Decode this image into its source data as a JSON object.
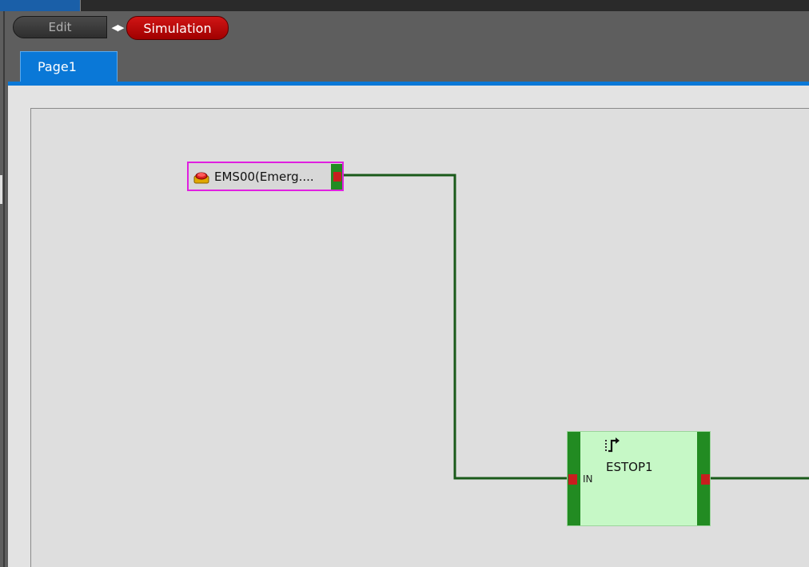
{
  "mode_toggle": {
    "edit_label": "Edit",
    "simulation_label": "Simulation",
    "active_mode": "Simulation",
    "active_color": "#c00000"
  },
  "tabs": [
    {
      "label": "Page1",
      "active": true
    }
  ],
  "colors": {
    "tab_active": "#0a78d7",
    "wire": "#1a5a1a",
    "port_green": "#228b22",
    "pin_red": "#c81e1e",
    "selection": "#e020e0",
    "function_block_fill": "#c6f8c6"
  },
  "diagram": {
    "input_block": {
      "label": "EMS00(Emerg....",
      "icon": "emergency-stop-button-icon",
      "selected": true
    },
    "function_block": {
      "name": "ESTOP1",
      "input_port_label": "IN",
      "icon": "function-block-output-icon"
    }
  }
}
